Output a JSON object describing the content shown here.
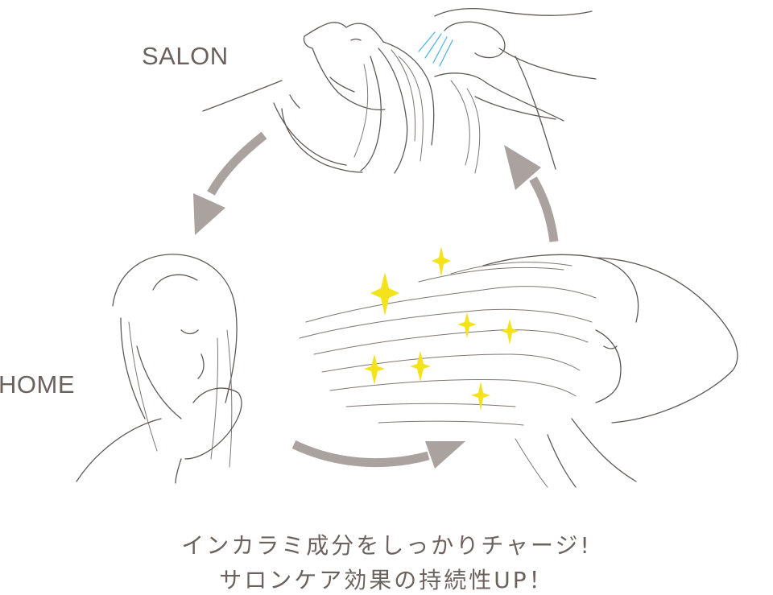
{
  "labels": {
    "salon": "SALON",
    "home": "HOME"
  },
  "caption": {
    "line1": "インカラミ成分をしっかりチャージ!",
    "line2": "サロンケア効果の持続性UP！"
  },
  "colors": {
    "label_text": "#6b625e",
    "arrow": "#a9a29e",
    "sparkle": "#f4e21a",
    "water": "#4cb7e6",
    "line_art": "#5f5955"
  },
  "icons": [
    "salon-shampoo-illustration",
    "home-hair-care-illustration",
    "hair-shine-illustration",
    "cycle-arrows",
    "sparkles"
  ]
}
